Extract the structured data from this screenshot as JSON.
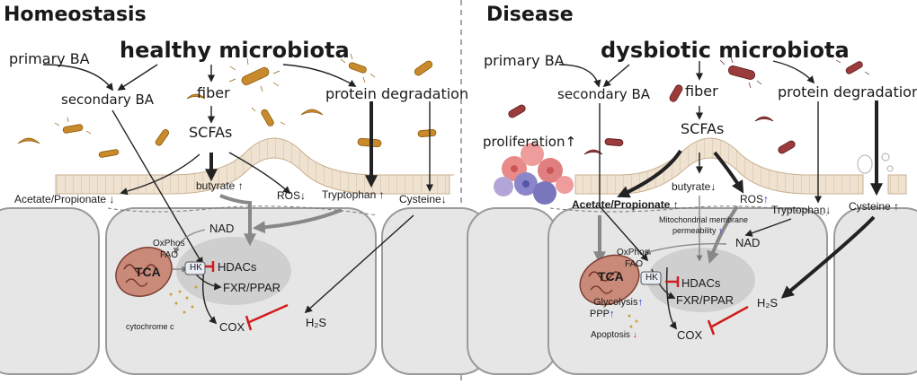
{
  "colors": {
    "cell_fill": "#e8e8e8",
    "cell_border": "#9a9a9a",
    "epithelium": "#eadbc8",
    "mito": "#c98a7a",
    "healthy_bacteria": "#c98a2b",
    "dysbiotic_bacteria": "#9c3b3b",
    "inhibit_red": "#d21b1b",
    "up_arrow_blue": "#1f2fd1",
    "down_arrow_red": "#d21b1b",
    "nucleus": "#cfcfcf"
  },
  "left": {
    "title": "Homeostasis",
    "microbiota": "healthy microbiota",
    "primary_ba": "primary BA",
    "secondary_ba": "secondary BA",
    "fiber": "fiber",
    "scfas": "SCFAs",
    "protein_degradation": "protein degradation",
    "acetate": "Acetate/Propionate",
    "acetate_arrow": "↓",
    "butyrate": "butyrate",
    "butyrate_arrow": "↑",
    "ros": "ROS",
    "ros_arrow": "↓",
    "tryptophan": "Tryptophan",
    "tryptophan_arrow": "↑",
    "cysteine": "Cysteine",
    "cysteine_arrow": "↓",
    "nad": "NAD",
    "oxphos": "OxPhos",
    "fao": "FAO",
    "tca": "TCA",
    "hk": "HK",
    "hdacs": "HDACs",
    "fxr": "FXR/PPAR",
    "h2s": "H₂S",
    "cytochrome": "cytochrome c",
    "cox": "COX"
  },
  "right": {
    "title": "Disease",
    "microbiota": "dysbiotic microbiota",
    "primary_ba": "primary BA",
    "secondary_ba": "secondary BA",
    "fiber": "fiber",
    "scfas": "SCFAs",
    "protein_degradation": "protein degradation",
    "proliferation": "proliferation",
    "proliferation_arrow": "↑",
    "acetate": "Acetate/Propionate",
    "acetate_arrow": "↑",
    "butyrate": "butyrate",
    "butyrate_arrow": "↓",
    "ros": "ROS",
    "ros_arrow": "↑",
    "tryptophan": "Tryptophan",
    "tryptophan_arrow": "↓",
    "cysteine": "Cysteine",
    "cysteine_arrow": "↑",
    "mito_perm_line1": "Mitochondrial membrane",
    "mito_perm_line2": "permeability",
    "mito_perm_arrow": "↑",
    "nad": "NAD",
    "oxphos": "OxPhos",
    "fao": "FAO",
    "tca": "TCA",
    "hk": "HK",
    "hdacs": "HDACs",
    "fxr": "FXR/PPAR",
    "glycolysis": "Glycolysis",
    "glycolysis_arrow": "↑",
    "ppp": "PPP",
    "ppp_arrow": "↑",
    "apoptosis": "Apoptosis",
    "apoptosis_arrow": "↓",
    "h2s": "H₂S",
    "cox": "COX"
  }
}
